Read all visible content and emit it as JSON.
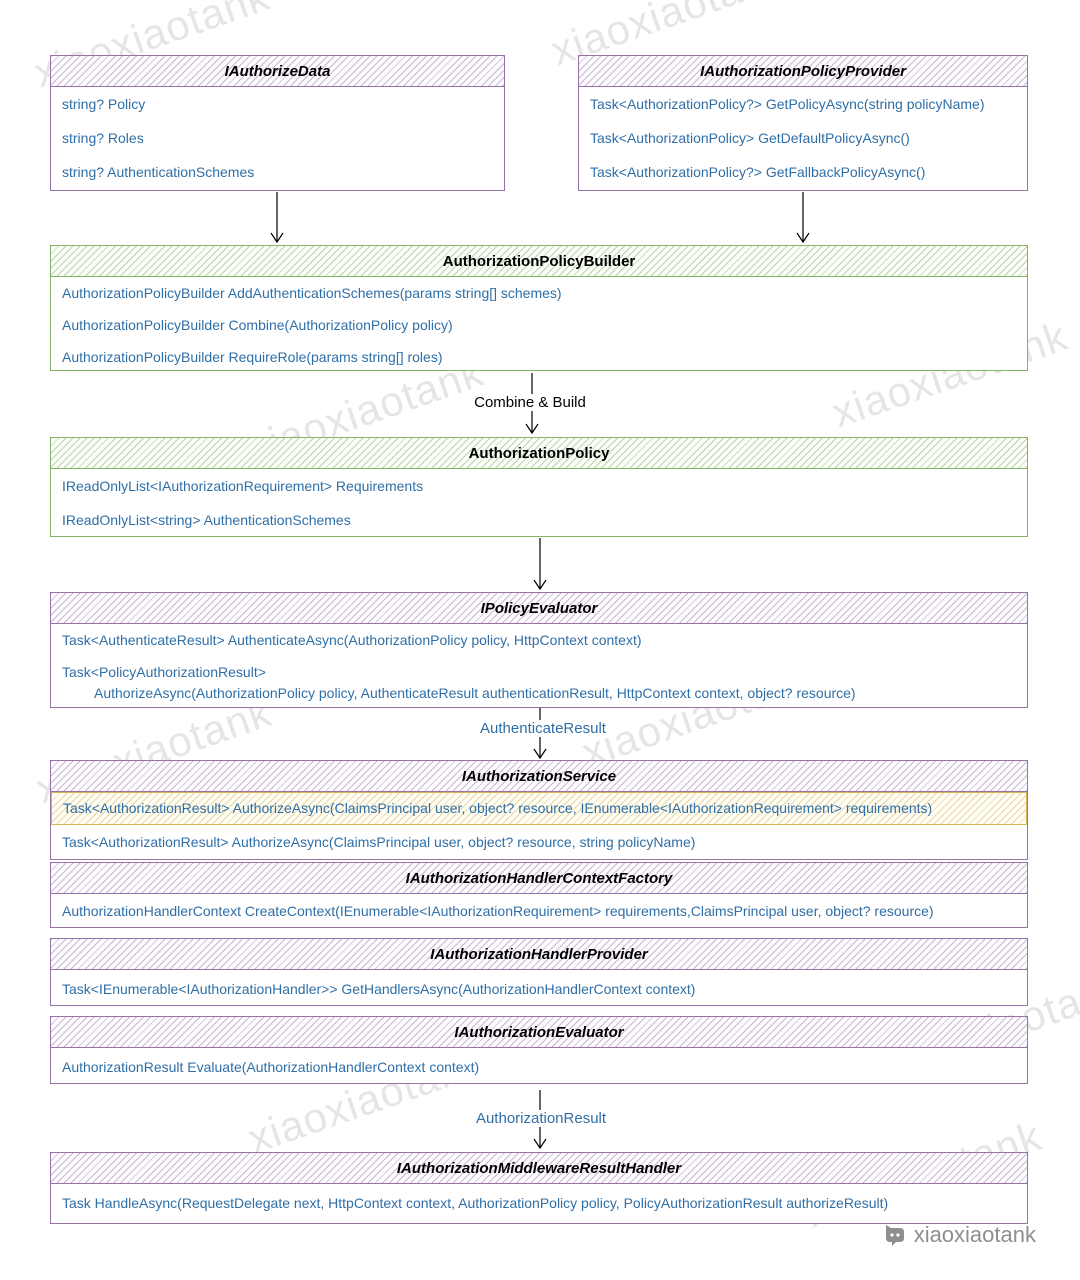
{
  "colors": {
    "interface_accent": "#9673a6",
    "class_accent": "#82b366",
    "highlight_accent": "#d6b656",
    "member_text": "#2f6fa7",
    "watermark_gray": "#c8c8c8"
  },
  "boxes": {
    "iauthorize_data": {
      "title": "IAuthorizeData",
      "members": [
        "string? Policy",
        "string? Roles",
        "string? AuthenticationSchemes"
      ]
    },
    "iauthorization_policy_provider": {
      "title": "IAuthorizationPolicyProvider",
      "members": [
        "Task<AuthorizationPolicy?> GetPolicyAsync(string policyName)",
        "Task<AuthorizationPolicy> GetDefaultPolicyAsync()",
        "Task<AuthorizationPolicy?> GetFallbackPolicyAsync()"
      ]
    },
    "authorization_policy_builder": {
      "title": "AuthorizationPolicyBuilder",
      "members": [
        "AuthorizationPolicyBuilder AddAuthenticationSchemes(params string[] schemes)",
        "AuthorizationPolicyBuilder Combine(AuthorizationPolicy policy)",
        "AuthorizationPolicyBuilder RequireRole(params string[] roles)"
      ]
    },
    "authorization_policy": {
      "title": "AuthorizationPolicy",
      "members": [
        "IReadOnlyList<IAuthorizationRequirement> Requirements",
        "IReadOnlyList<string> AuthenticationSchemes"
      ]
    },
    "ipolicy_evaluator": {
      "title": "IPolicyEvaluator",
      "members": [
        "Task<AuthenticateResult> AuthenticateAsync(AuthorizationPolicy policy, HttpContext context)",
        "Task<PolicyAuthorizationResult>",
        "AuthorizeAsync(AuthorizationPolicy policy, AuthenticateResult authenticationResult, HttpContext context, object? resource)"
      ]
    },
    "iauthorization_service": {
      "title": "IAuthorizationService",
      "members": [
        "Task<AuthorizationResult> AuthorizeAsync(ClaimsPrincipal user, object? resource, IEnumerable<IAuthorizationRequirement> requirements)",
        "Task<AuthorizationResult> AuthorizeAsync(ClaimsPrincipal user, object? resource, string policyName)"
      ]
    },
    "iauthorization_handler_context_factory": {
      "title": "IAuthorizationHandlerContextFactory",
      "members": [
        "AuthorizationHandlerContext CreateContext(IEnumerable<IAuthorizationRequirement> requirements,ClaimsPrincipal user, object? resource)"
      ]
    },
    "iauthorization_handler_provider": {
      "title": "IAuthorizationHandlerProvider",
      "members": [
        "Task<IEnumerable<IAuthorizationHandler>> GetHandlersAsync(AuthorizationHandlerContext context)"
      ]
    },
    "iauthorization_evaluator": {
      "title": "IAuthorizationEvaluator",
      "members": [
        "AuthorizationResult Evaluate(AuthorizationHandlerContext context)"
      ]
    },
    "iauthorization_middleware_result_handler": {
      "title": "IAuthorizationMiddlewareResultHandler",
      "members": [
        "Task HandleAsync(RequestDelegate next, HttpContext context, AuthorizationPolicy policy, PolicyAuthorizationResult authorizeResult)"
      ]
    }
  },
  "edge_labels": {
    "combine_build": "Combine & Build",
    "authenticate_result": "AuthenticateResult",
    "authorization_result": "AuthorizationResult"
  },
  "watermark": {
    "text": "xiaoxiaotank"
  },
  "branding": {
    "name": "xiaoxiaotank"
  }
}
